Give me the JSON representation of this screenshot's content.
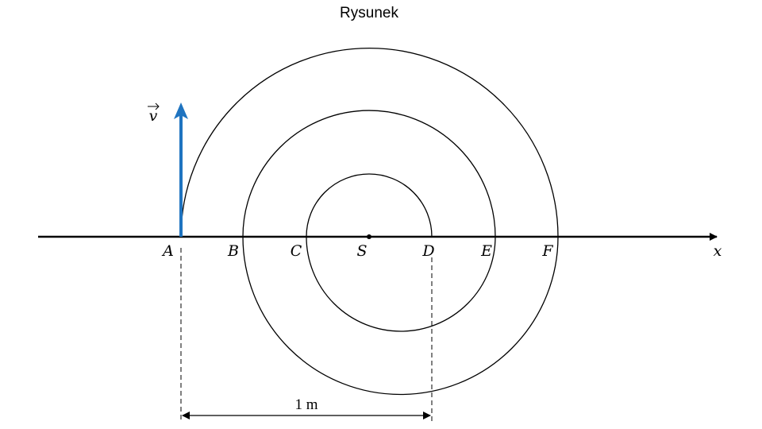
{
  "title": "Rysunek",
  "points": {
    "A": "A",
    "B": "B",
    "C": "C",
    "S": "S",
    "D": "D",
    "E": "E",
    "F": "F"
  },
  "axis_label": "x",
  "vector_label": "v",
  "dimension_label": "1 m",
  "colors": {
    "velocity": "#1f74c0",
    "lines": "#000000"
  }
}
